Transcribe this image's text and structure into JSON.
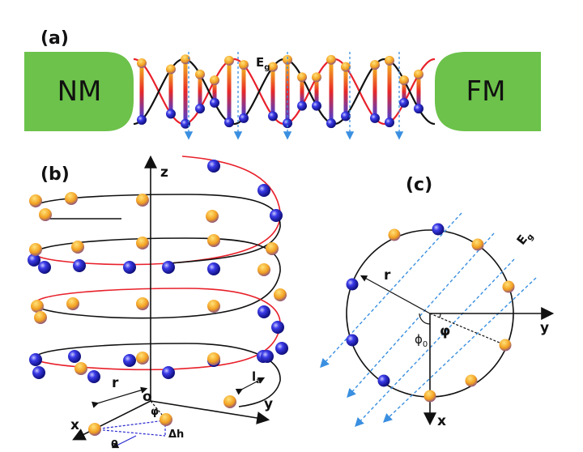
{
  "panels": {
    "a": {
      "label": "(a)",
      "left_lead": "NM",
      "right_lead": "FM",
      "field": "E",
      "field_sub": "g"
    },
    "b": {
      "label": "(b)",
      "axis_z": "z",
      "axis_y": "y",
      "axis_x": "x",
      "origin": "o",
      "radius": "r",
      "phi": "φ",
      "theta": "θ",
      "rise": "Δh",
      "la": "l",
      "la_sub": "a"
    },
    "c": {
      "label": "(c)",
      "radius": "r",
      "phi": "φ",
      "phi0": "ϕ",
      "phi0_sub": "0",
      "axis_y": "y",
      "axis_x": "x",
      "field": "E",
      "field_sub": "g"
    }
  },
  "colors": {
    "electrode": "#6cc24a",
    "strand_red": "#e8202a",
    "strand_black": "#111111",
    "field_arrow": "#3a8fe0",
    "base_blue": "#2a2ad0",
    "base_orange": "#f0a020"
  }
}
